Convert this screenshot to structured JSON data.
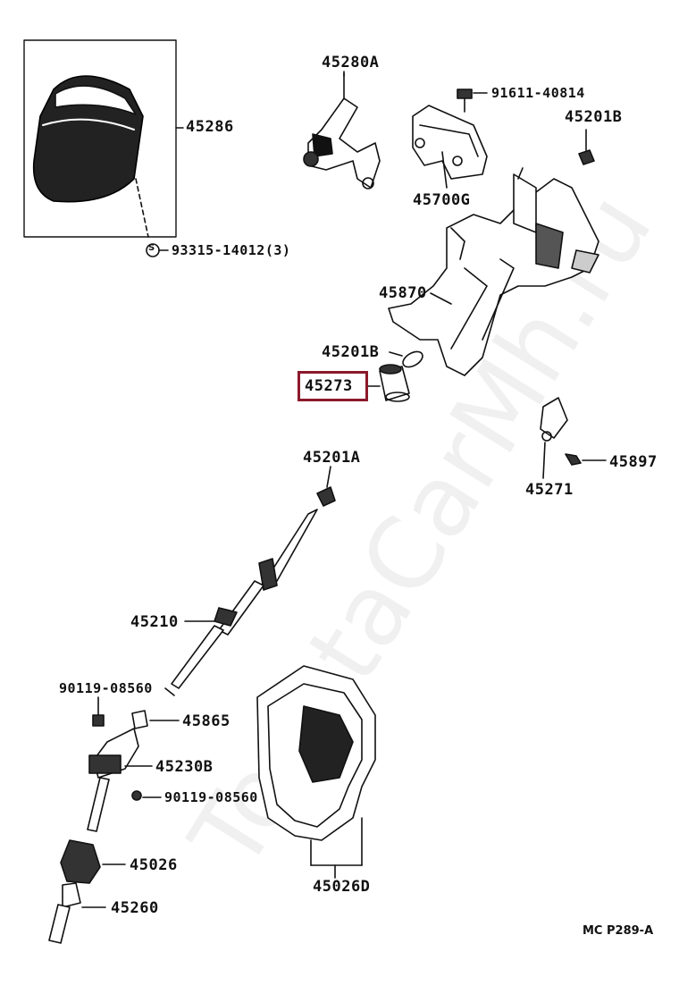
{
  "diagram": {
    "watermark": "ToyotaCarMh.ru",
    "drawing_code": "MC  P289-A",
    "highlighted_part": "45273",
    "labels": {
      "p45286": "45286",
      "p93315": "93315-14012(3)",
      "p45280a": "45280A",
      "p91611": "91611-40814",
      "p45201b_top": "45201B",
      "p45700g": "45700G",
      "p45870": "45870",
      "p45201b_mid": "45201B",
      "p45273": "45273",
      "p45897": "45897",
      "p45271": "45271",
      "p45201a": "45201A",
      "p45210": "45210",
      "p90119_a": "90119-08560",
      "p45865": "45865",
      "p45230b": "45230B",
      "p90119_b": "90119-08560",
      "p45026": "45026",
      "p45026d": "45026D",
      "p45260": "45260"
    },
    "screw_marker": "S"
  }
}
